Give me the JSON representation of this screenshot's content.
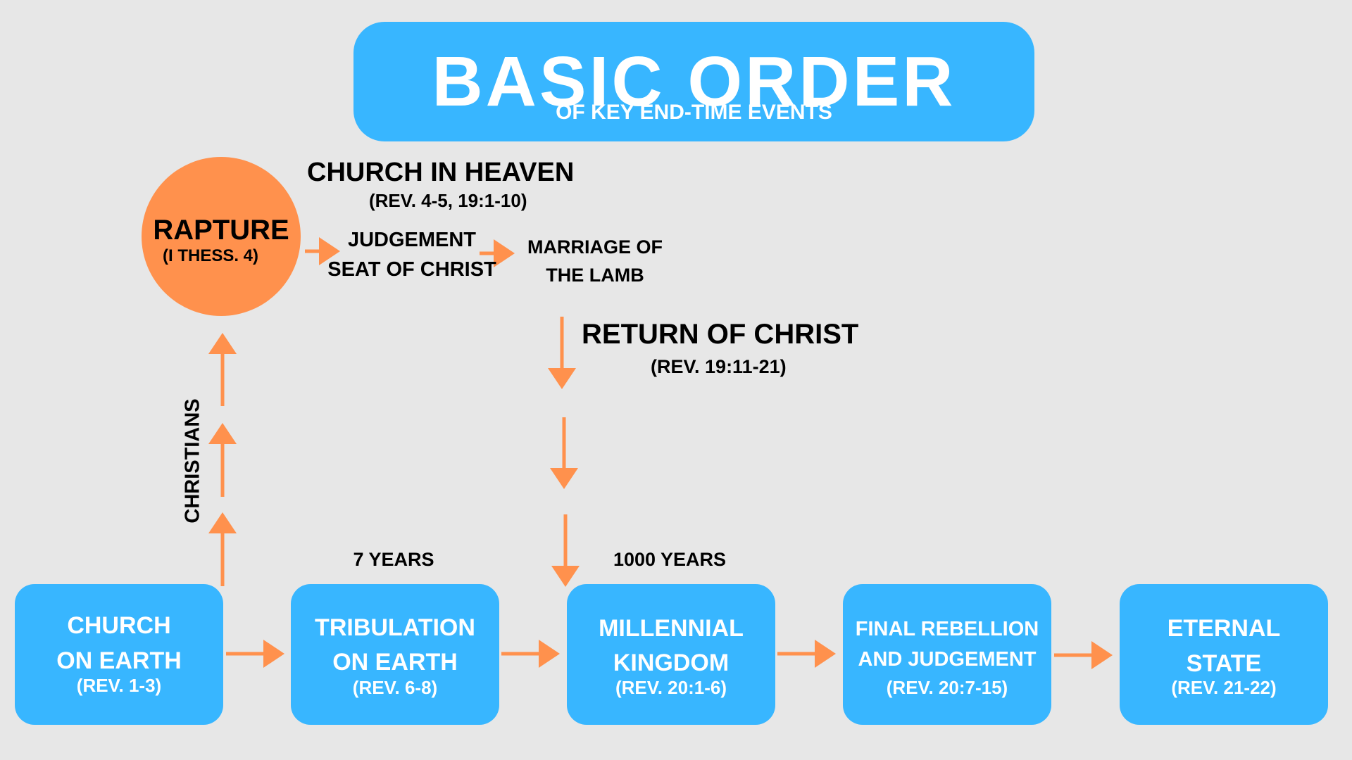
{
  "title": {
    "main": "BASIC ORDER",
    "subtitle": "OF KEY END-TIME EVENTS"
  },
  "rapture": {
    "label": "RAPTURE",
    "ref": "(I THESS. 4)"
  },
  "church_in_heaven": {
    "label": "CHURCH IN HEAVEN",
    "ref": "(REV. 4-5, 19:1-10)"
  },
  "judgement_seat": {
    "line1": "JUDGEMENT",
    "line2": "SEAT OF CHRIST"
  },
  "marriage": {
    "line1": "MARRIAGE OF",
    "line2": "THE LAMB"
  },
  "return_of_christ": {
    "label": "RETURN OF CHRIST",
    "ref": "(REV. 19:11-21)"
  },
  "christians_label": "CHRISTIANS",
  "durations": {
    "tribulation": "7 YEARS",
    "millennium": "1000 YEARS"
  },
  "stages": [
    {
      "line1": "CHURCH",
      "line2": "ON EARTH",
      "ref": "(REV. 1-3)"
    },
    {
      "line1": "TRIBULATION",
      "line2": "ON EARTH",
      "ref": "(REV. 6-8)"
    },
    {
      "line1": "MILLENNIAL",
      "line2": "KINGDOM",
      "ref": "(REV. 20:1-6)"
    },
    {
      "line1": "FINAL REBELLION",
      "line2": "AND JUDGEMENT",
      "ref": "(REV. 20:7-15)"
    },
    {
      "line1": "ETERNAL",
      "line2": "STATE",
      "ref": "(REV. 21-22)"
    }
  ],
  "colors": {
    "box": "#38b6ff",
    "rapture_circle": "#ff914d",
    "arrow": "#ff914d",
    "background": "#e7e7e7"
  }
}
